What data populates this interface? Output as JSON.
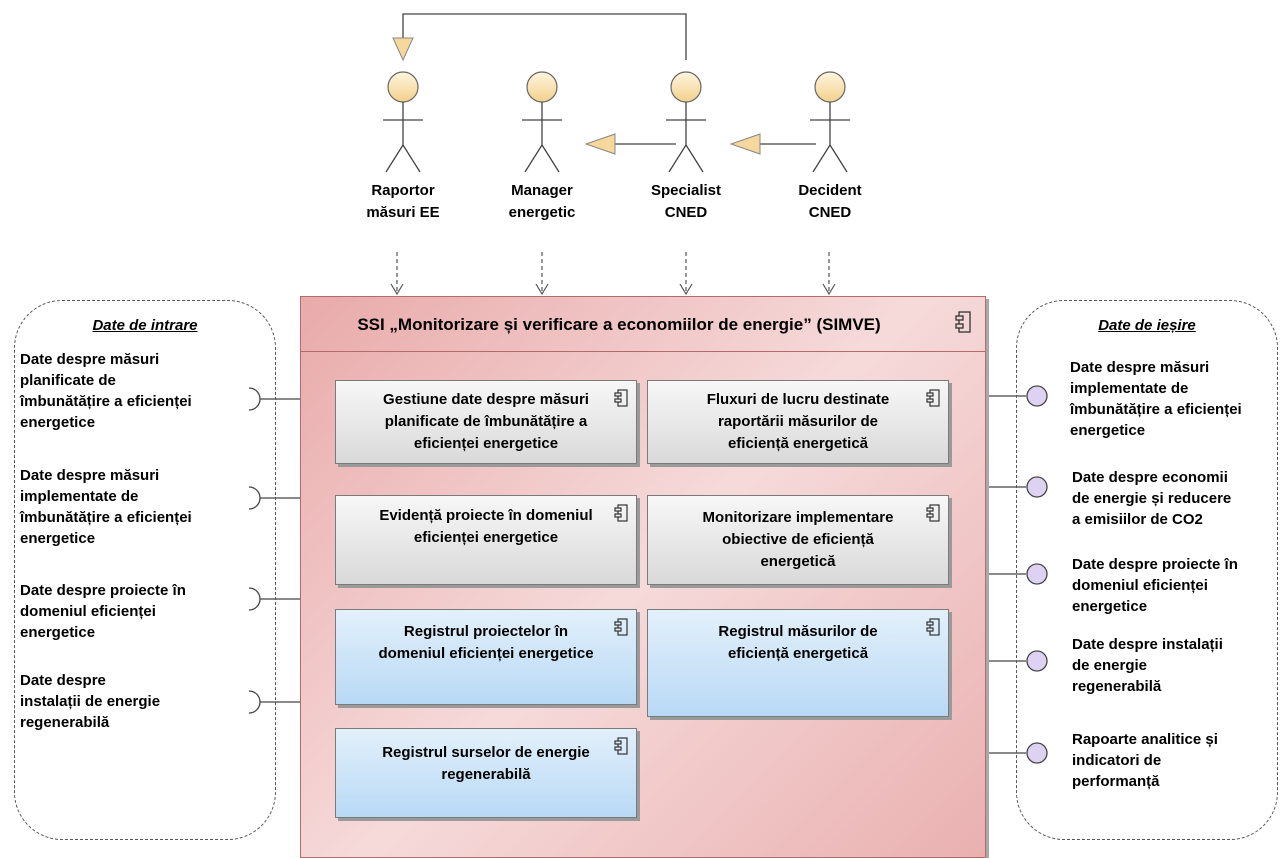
{
  "actors": [
    {
      "line1": "Raportor",
      "line2": "măsuri EE"
    },
    {
      "line1": "Manager",
      "line2": "energetic"
    },
    {
      "line1": "Specialist",
      "line2": "CNED"
    },
    {
      "line1": "Decident",
      "line2": "CNED"
    }
  ],
  "system": {
    "title": "SSI „Monitorizare și verificare a economiilor de energie” (SIMVE)",
    "components": [
      {
        "lines": [
          "Gestiune date despre măsuri",
          "planificate de îmbunătățire a",
          "eficienței energetice"
        ],
        "style": "gray"
      },
      {
        "lines": [
          "Fluxuri de lucru destinate",
          "raportării măsurilor de",
          "eficiență energetică"
        ],
        "style": "gray"
      },
      {
        "lines": [
          "Evidență proiecte în domeniul",
          "eficienței energetice"
        ],
        "style": "gray"
      },
      {
        "lines": [
          "Monitorizare implementare",
          "obiective de eficiență",
          "energetică"
        ],
        "style": "gray"
      },
      {
        "lines": [
          "Registrul proiectelor în",
          "domeniul eficienței energetice"
        ],
        "style": "blue"
      },
      {
        "lines": [
          "Registrul măsurilor de",
          "eficiență energetică"
        ],
        "style": "blue"
      },
      {
        "lines": [
          "Registrul surselor de energie",
          "regenerabilă"
        ],
        "style": "blue"
      }
    ]
  },
  "inputs": {
    "title": "Date de intrare",
    "items": [
      {
        "lines": [
          "Date despre măsuri",
          "planificate de",
          "îmbunătățire a eficienței",
          "energetice"
        ]
      },
      {
        "lines": [
          "Date despre măsuri",
          "implementate de",
          "îmbunătățire a eficienței",
          "energetice"
        ]
      },
      {
        "lines": [
          "Date despre proiecte în",
          "domeniul eficienței",
          "energetice"
        ]
      },
      {
        "lines": [
          "Date despre",
          "instalații de energie",
          "regenerabilă"
        ]
      }
    ]
  },
  "outputs": {
    "title": "Date de ieșire",
    "items": [
      {
        "lines": [
          "Date despre măsuri",
          "implementate de",
          "îmbunătățire a eficienței",
          "energetice"
        ]
      },
      {
        "lines": [
          "Date despre economii",
          "de energie și reducere",
          "a emisiilor de CO2"
        ]
      },
      {
        "lines": [
          "Date despre proiecte în",
          "domeniul eficienței",
          "energetice"
        ]
      },
      {
        "lines": [
          "Date despre instalații",
          "de energie",
          "regenerabilă"
        ]
      },
      {
        "lines": [
          "Rapoarte analitice și",
          "indicatori de",
          "performanță"
        ]
      }
    ]
  },
  "colors": {
    "system_fill": "#f2c6c6",
    "component_gray": "#e6e6e6",
    "component_blue": "#c7e1f7",
    "actor_fill": "#fbe0a8",
    "provided_interface": "#ddd2f2"
  }
}
